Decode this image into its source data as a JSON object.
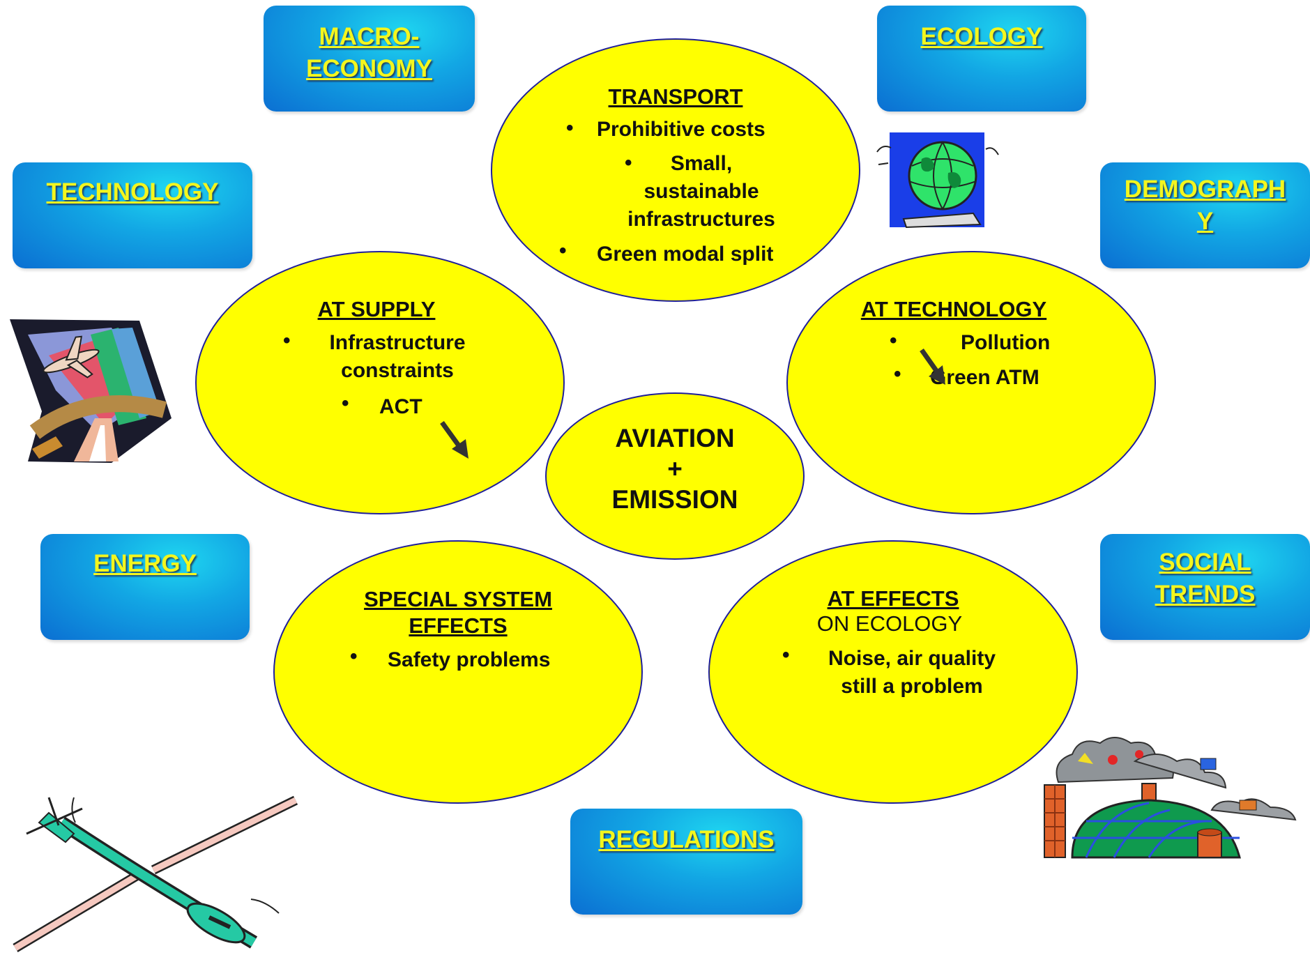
{
  "outer_factors": {
    "macroeconomy": "MACRO-\nECONOMY",
    "ecology": "ECOLOGY",
    "technology": "TECHNOLOGY",
    "demography": "DEMOGRAPH\nY",
    "energy": "ENERGY",
    "social_trends": "SOCIAL\nTRENDS",
    "regulations": "REGULATIONS"
  },
  "center": {
    "line1": "AVIATION",
    "line2": "+",
    "line3": "EMISSION"
  },
  "transport": {
    "title": "TRANSPORT",
    "bullets": [
      "Prohibitive costs",
      "Small,\nsustainable\ninfrastructures",
      "Green modal split"
    ]
  },
  "at_supply": {
    "title": "AT SUPPLY",
    "bullets": [
      "Infrastructure\nconstraints",
      "ACT"
    ]
  },
  "at_technology": {
    "title": "AT TECHNOLOGY",
    "bullets": [
      "Pollution",
      "Green ATM"
    ]
  },
  "special_system_effects": {
    "title": "SPECIAL SYSTEM\nEFFECTS",
    "bullets": [
      "Safety problems"
    ]
  },
  "at_effects": {
    "title": "AT EFFECTS",
    "subtitle": "ON ECOLOGY",
    "bullets": [
      "Noise, air quality\nstill a problem"
    ]
  },
  "bullet_char": "•",
  "colors": {
    "ellipse_fill": "#ffff00",
    "ellipse_border": "#1f1f9a",
    "box_gradient_light": "#1fd6f0",
    "box_gradient_dark": "#0b6fd2",
    "box_text": "#f3f61e",
    "arrow": "#333333"
  },
  "icons": [
    "globe-clipart-icon",
    "airplane-highway-clipart-icon",
    "glider-clipart-icon",
    "pollution-clipart-icon",
    "down-right-arrow-icon"
  ]
}
